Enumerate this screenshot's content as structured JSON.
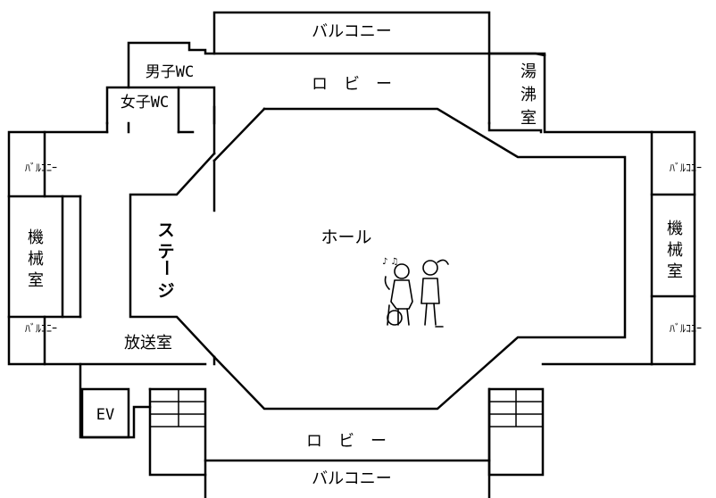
{
  "rooms": {
    "balcony_top": "バルコニー",
    "lobby_top": "ロ　ビ　ー",
    "mens_wc": "男子WC",
    "womens_wc": "女子WC",
    "boiler_room": [
      "湯",
      "沸",
      "室"
    ],
    "balcony_left_upper": "ﾊﾞﾙｺﾆｰ",
    "balcony_left_lower": "ﾊﾞﾙｺﾆｰ",
    "balcony_right_upper": "ﾊﾞﾙｺﾆｰ",
    "balcony_right_lower": "ﾊﾞﾙｺﾆｰ",
    "machine_room_left": [
      "機",
      "械",
      "室"
    ],
    "machine_room_right": [
      "機",
      "械",
      "室"
    ],
    "stage": [
      "ス",
      "テ",
      "ー",
      "ジ"
    ],
    "hall": "ホール",
    "broadcast_room": "放送室",
    "elevator": "EV",
    "lobby_bottom": "ロ　ビ　ー",
    "balcony_bottom": "バルコニー"
  },
  "illustration": {
    "icon": "dancing-people-icon",
    "notes": "♪ ♫"
  }
}
